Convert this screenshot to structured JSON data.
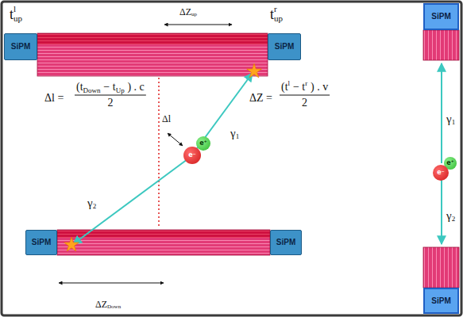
{
  "diagram": {
    "nodes": [
      {
        "text": [
          "SiPM"
        ]
      },
      {
        "text": [
          "SiPM"
        ]
      },
      {
        "text": [
          "SiPM"
        ]
      },
      {
        "text": [
          "e⁺"
        ]
      },
      {
        "text": [
          "e⁻"
        ]
      },
      {
        "text": [
          "e⁺"
        ]
      },
      {
        "text": [
          "e⁻"
        ]
      },
      {
        "text": [
          "SiPM"
        ]
      },
      {
        "text": [
          "SiPM"
        ]
      },
      {
        "text": [
          "SiPM"
        ]
      }
    ],
    "labels": [
      "t",
      "l",
      "up",
      "ΔZ",
      "up",
      "t",
      "r",
      "up",
      "Δl =",
      "(t",
      "Down",
      "− t",
      "Up",
      ") . c",
      "2",
      "ΔZ =",
      "(t",
      "l",
      "− t",
      "r",
      ") . v",
      "2",
      "Δl",
      "γ",
      "1",
      "γ",
      "2",
      "ΔZ",
      "Down",
      "γ",
      "1",
      "γ",
      "2"
    ]
  }
}
